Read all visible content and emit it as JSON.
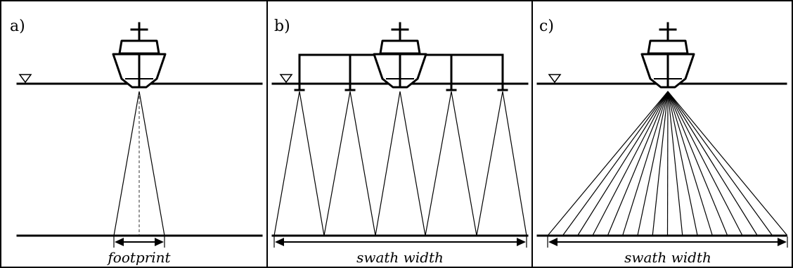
{
  "panels": [
    {
      "id": "a",
      "label": "a)",
      "caption": "footprint",
      "kind": "single-beam"
    },
    {
      "id": "b",
      "label": "b)",
      "caption": "swath width",
      "kind": "multi-transducer"
    },
    {
      "id": "c",
      "label": "c)",
      "caption": "swath width",
      "kind": "multibeam-fan"
    }
  ],
  "icons": {
    "water_level": "water-level-triangle-icon",
    "vessel": "survey-vessel-icon"
  }
}
